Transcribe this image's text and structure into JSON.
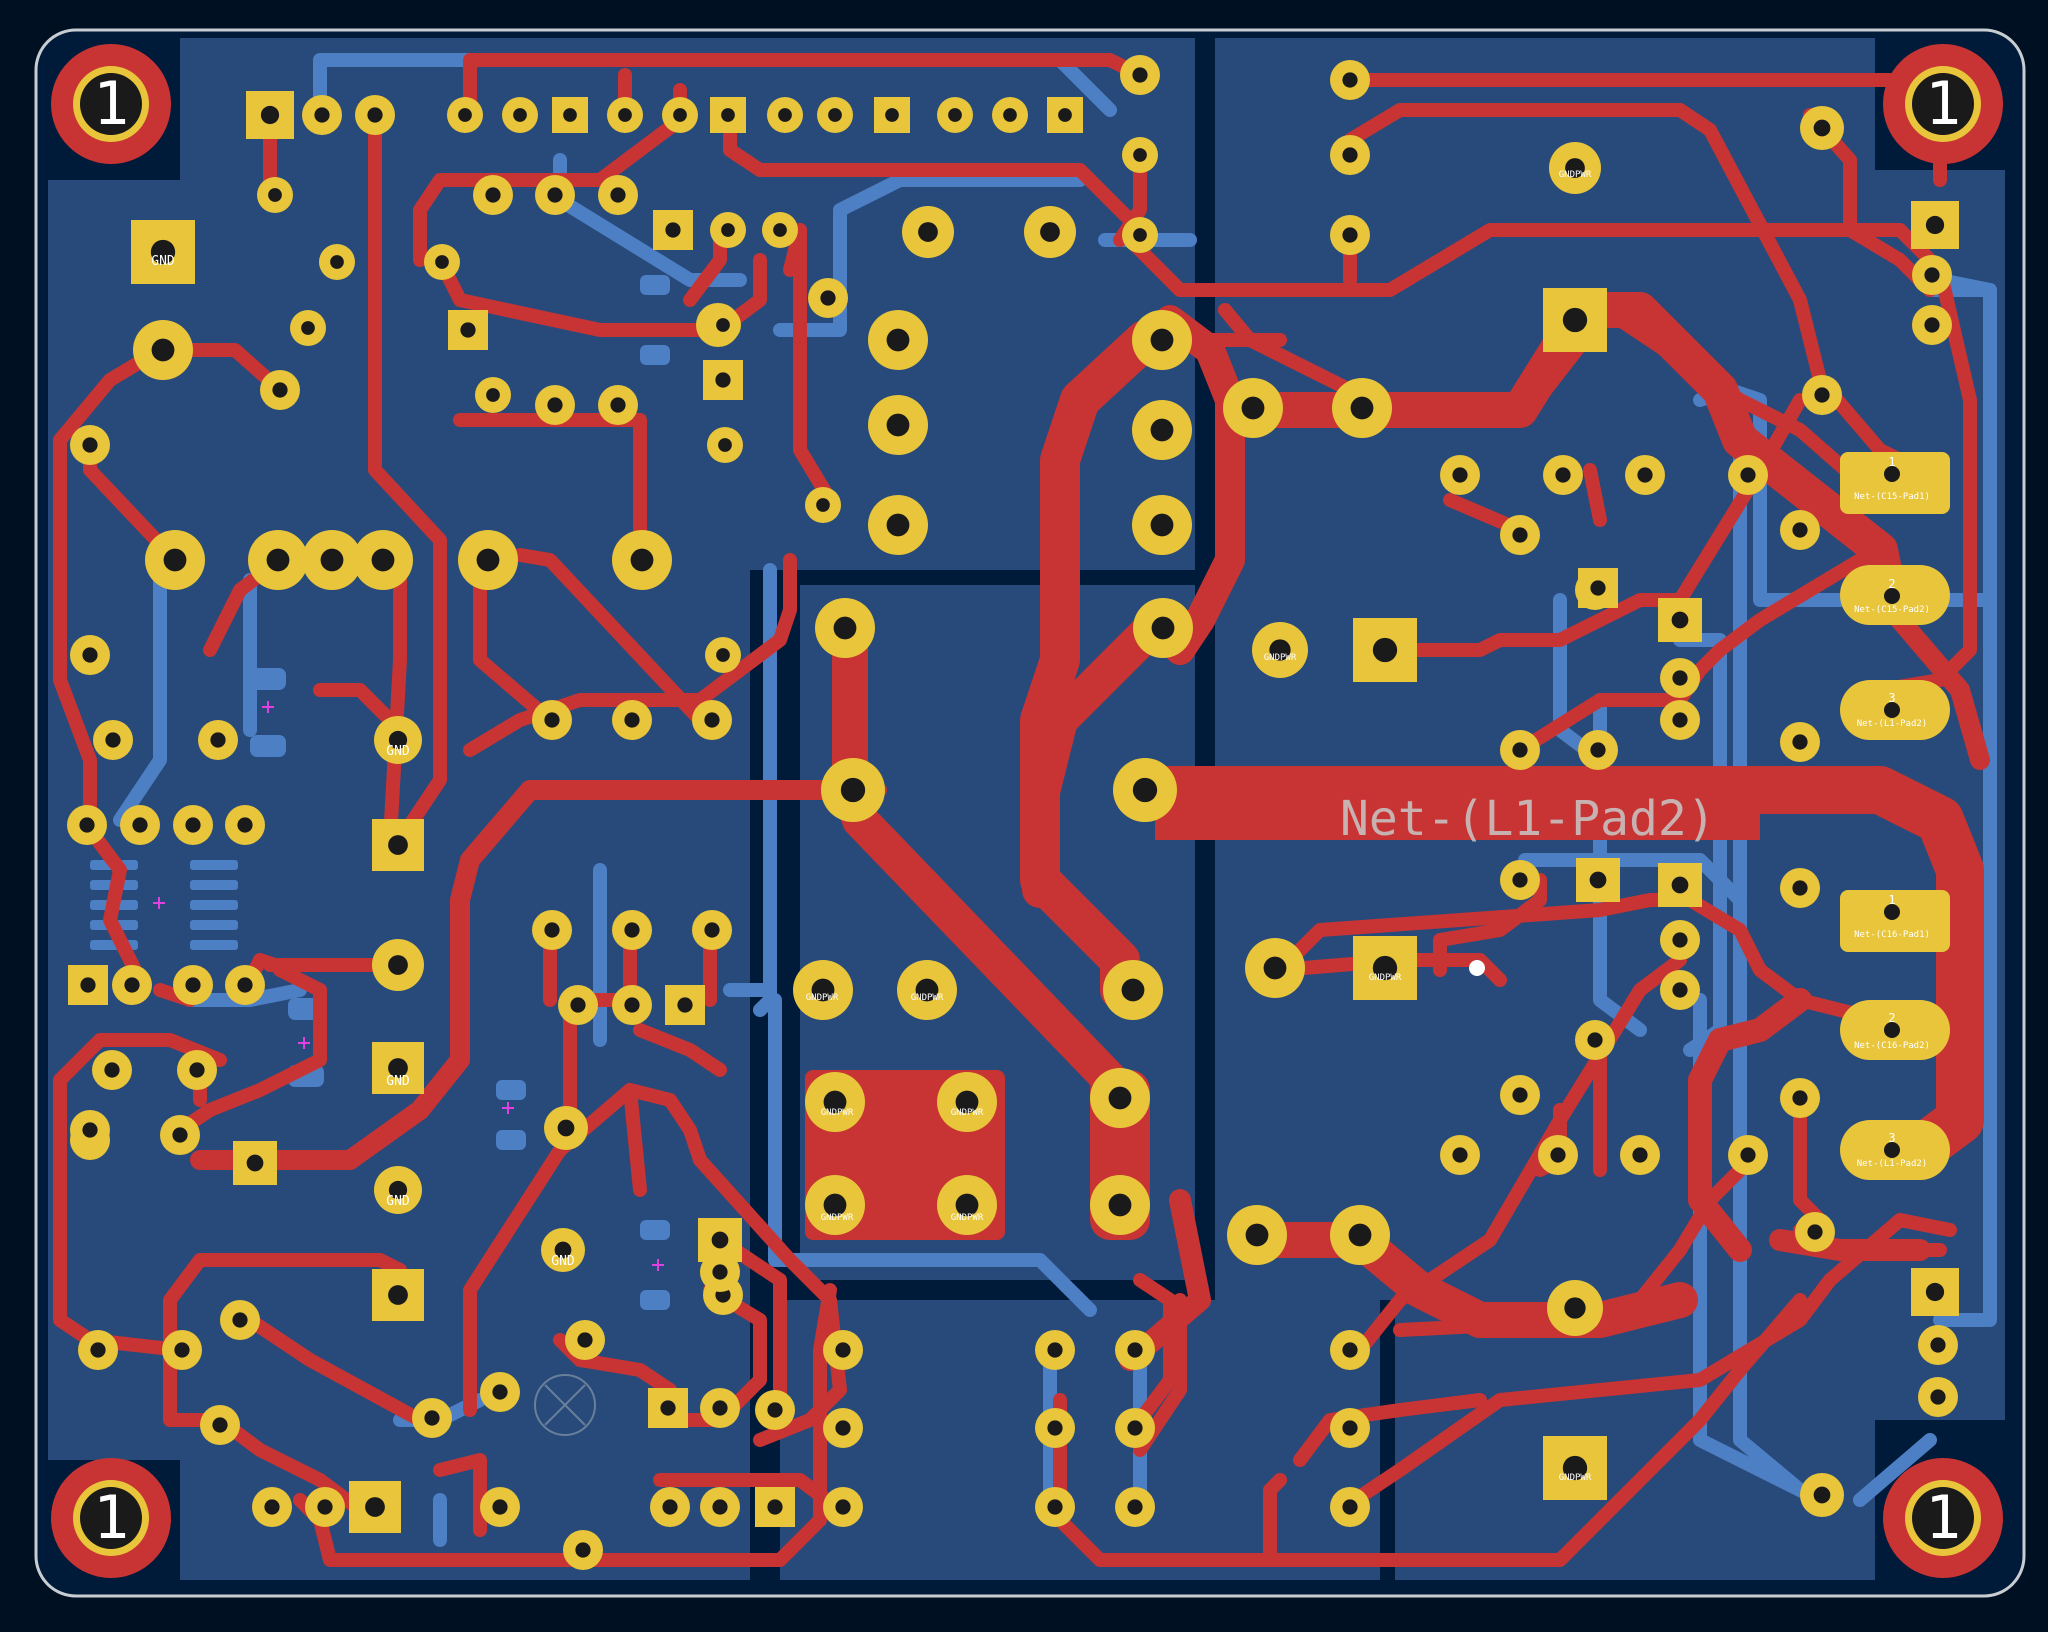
{
  "view": {
    "net_name_label": "Net-(L1-Pad2)"
  },
  "colors": {
    "background": "#001023",
    "board_fill": "#274a7a",
    "board_outline": "#c8cdd2",
    "front_copper": "#c83434",
    "back_copper": "#4d7fc4",
    "pad_gold": "#e8c53a",
    "drill": "#1a1a1a",
    "silk_text": "#ffffff",
    "net_label": "#c8c8c8",
    "highlight": "#ffffff"
  },
  "mounting_holes": [
    {
      "id": "MH1",
      "label": "1"
    },
    {
      "id": "MH2",
      "label": "1"
    },
    {
      "id": "MH3",
      "label": "1"
    },
    {
      "id": "MH4",
      "label": "1"
    }
  ],
  "pad_labels": {
    "one": "1",
    "two": "2",
    "three": "3",
    "gnd": "GND",
    "gndpwr": "GNDPWR",
    "c15_pad1": "Net-(C15-Pad1)",
    "c15_pad2": "Net-(C15-Pad2)",
    "c16_pad1": "Net-(C16-Pad1)",
    "c16_pad2": "Net-(C16-Pad2)",
    "l1_pad2": "Net-(L1-Pad2)"
  }
}
